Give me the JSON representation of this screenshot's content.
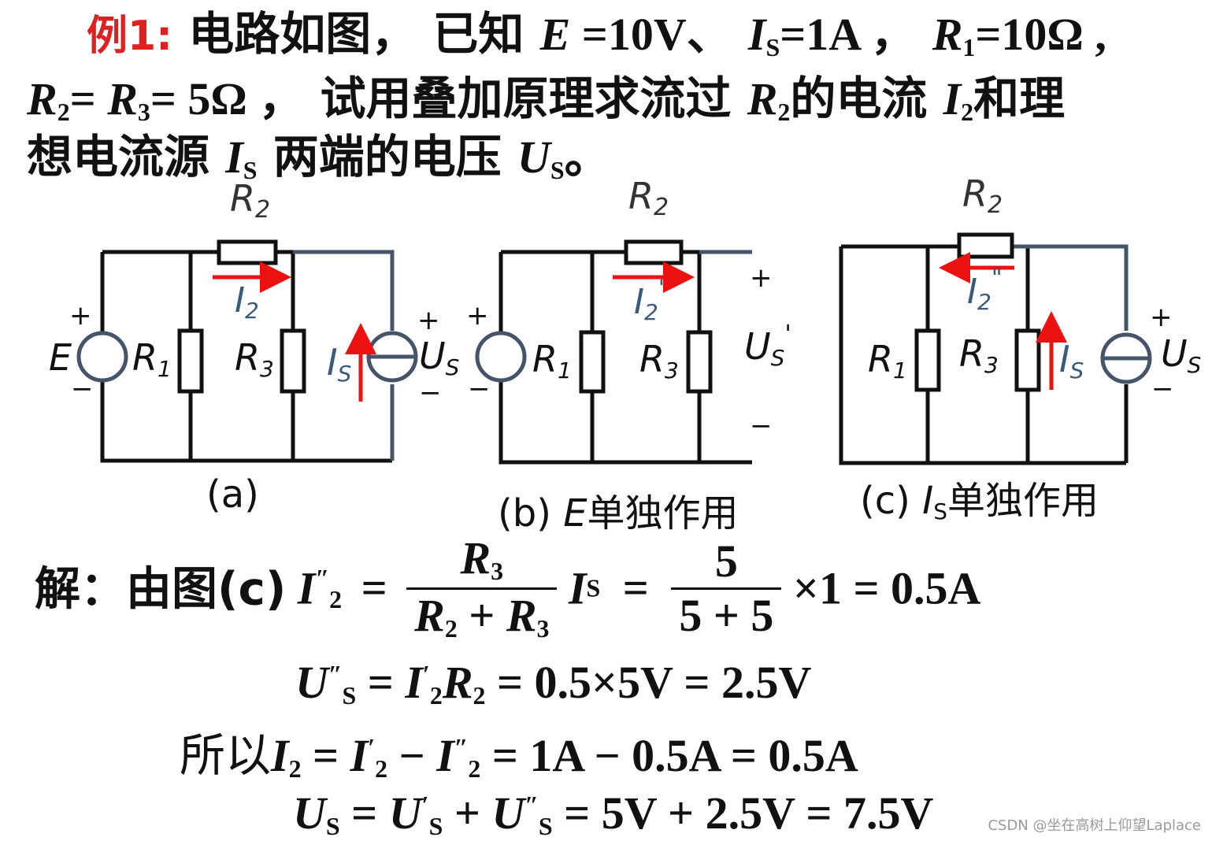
{
  "problem": {
    "label": "例1:",
    "line1_text": "电路如图， 已知 ",
    "line1_rest": " ",
    "E_val": "=10V、",
    "Is_val": "=1A ，",
    "R1_val": "=10Ω ,",
    "line2_eq": "= ",
    "line2_eq2": "= 5Ω ，",
    "line2_text": " 试用叠加原理求流过 ",
    "line2_text2": "的电流 ",
    "line2_text3": "和理",
    "line3_text": "想电流源 ",
    "line3_text2": " 两端的电压 ",
    "line3_end": "。"
  },
  "symbols": {
    "E": "E",
    "I": "I",
    "R": "R",
    "U": "U",
    "S": "S",
    "sub1": "1",
    "sub2": "2",
    "sub3": "3"
  },
  "circuits": {
    "a": {
      "caption": "(a)",
      "labels": {
        "R2": "R",
        "R2sub": "2",
        "I2": "I",
        "I2sub": "2",
        "E": "E",
        "R1": "R",
        "R1sub": "1",
        "R3": "R",
        "R3sub": "3",
        "Is": "I",
        "IsSub": "S",
        "Us": "U",
        "UsSub": "S",
        "plus": "+",
        "minus": "−"
      }
    },
    "b": {
      "caption_prefix": "(b) ",
      "caption_e": "E",
      "caption_text": "单独作用",
      "labels": {
        "R2": "R",
        "R2sub": "2",
        "I2p": "I",
        "I2pSub": "2",
        "prime": "'",
        "R1": "R",
        "R1sub": "1",
        "R3": "R",
        "R3sub": "3",
        "Us": "U",
        "UsSub": "S",
        "plus": "+",
        "minus": "−"
      }
    },
    "c": {
      "caption_prefix": "(c) ",
      "caption_i": "I",
      "caption_isub": "S",
      "caption_text": "单独作用",
      "labels": {
        "R2": "R",
        "R2sub": "2",
        "I2pp": "I",
        "I2ppSub": "2",
        "dprime": "\"",
        "R1": "R",
        "R1sub": "1",
        "R3": "R",
        "R3sub": "3",
        "Is": "I",
        "IsSub": "S",
        "Us": "U",
        "UsSub": "S",
        "plus": "+",
        "minus": "−"
      }
    }
  },
  "solution": {
    "intro": "解：由图(c)",
    "eq1_eq": "=",
    "eq1_num": "R",
    "eq1_den_plus": " + ",
    "eq1_eq2": "=",
    "eq1_num2": "5",
    "eq1_den2": "5 + 5",
    "eq1_tail": "×1 = 0.5A",
    "eq2_mid": " = ",
    "eq2_tail": " = 0.5×5V = 2.5V",
    "so": "所以",
    "eq3_eq": " = ",
    "eq3_minus": " − ",
    "eq3_tail": " = 1A − 0.5A = 0.5A",
    "eq4_eq": " = ",
    "eq4_plus": " + ",
    "eq4_tail": " = 5V + 2.5V = 7.5V",
    "prime": "′",
    "dprime": "″"
  },
  "watermark": "CSDN @坐在高树上仰望Laplace",
  "colors": {
    "wire": "#111111",
    "wire_gray": "#455468",
    "arrow": "#ee1111",
    "label_red": "#e0201e"
  }
}
